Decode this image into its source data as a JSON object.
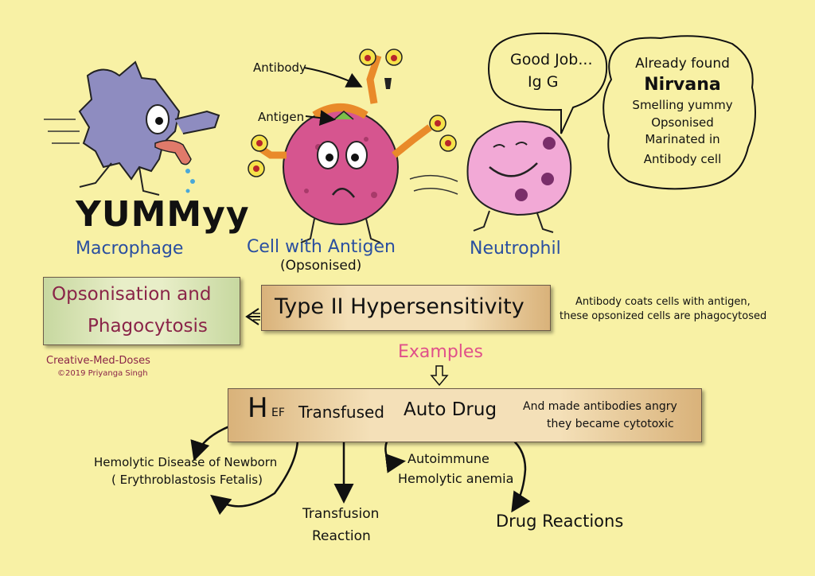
{
  "characters": {
    "yummy_text": "YUMMyy",
    "macrophage_label": "Macrophage",
    "cell_label": "Cell with Antigen",
    "cell_sublabel": "(Opsonised)",
    "neutrophil_label": "Neutrophil",
    "antibody_pointer": "Antibody",
    "antigen_pointer": "Antigen"
  },
  "speech_bubble": {
    "line1": "Good Job...",
    "line2": "Ig G"
  },
  "thought_bubble": {
    "line1": "Already found",
    "line2": "Nirvana",
    "line3": "Smelling yummy",
    "line4": "Opsonised",
    "line5": "Marinated in",
    "line6": "Antibody cell"
  },
  "main_box": {
    "title": "Type II Hypersensitivity"
  },
  "left_box": {
    "line1": "Opsonisation and",
    "line2": "Phagocytosis"
  },
  "description": {
    "line1": "Antibody coats cells with antigen,",
    "line2": "these opsonized cells are phagocytosed"
  },
  "credit": {
    "line1": "Creative-Med-Doses",
    "line2": "©2019 Priyanga Singh"
  },
  "examples": {
    "heading": "Examples",
    "box": {
      "h_big": "H",
      "h_small": "EF",
      "transfused": "Transfused",
      "auto_drug": "Auto Drug",
      "note_line1": "And made antibodies angry",
      "note_line2": "they became cytotoxic"
    },
    "hdn_line1": "Hemolytic Disease of Newborn",
    "hdn_line2": "( Erythroblastosis Fetalis)",
    "transfusion_line1": "Transfusion",
    "transfusion_line2": "Reaction",
    "aiha_line1": "Autoimmune",
    "aiha_line2": "Hemolytic anemia",
    "drug": "Drug Reactions"
  },
  "colors": {
    "background": "#f8f1a5",
    "label_blue": "#2a4fa0",
    "box_title_maroon": "#8a2448",
    "examples_pink": "#e0508a",
    "macrophage": "#8e8cc0",
    "antigen_cell": "#d6558f",
    "neutrophil": "#f2a9d6",
    "antibody_orange": "#e98a2a"
  }
}
